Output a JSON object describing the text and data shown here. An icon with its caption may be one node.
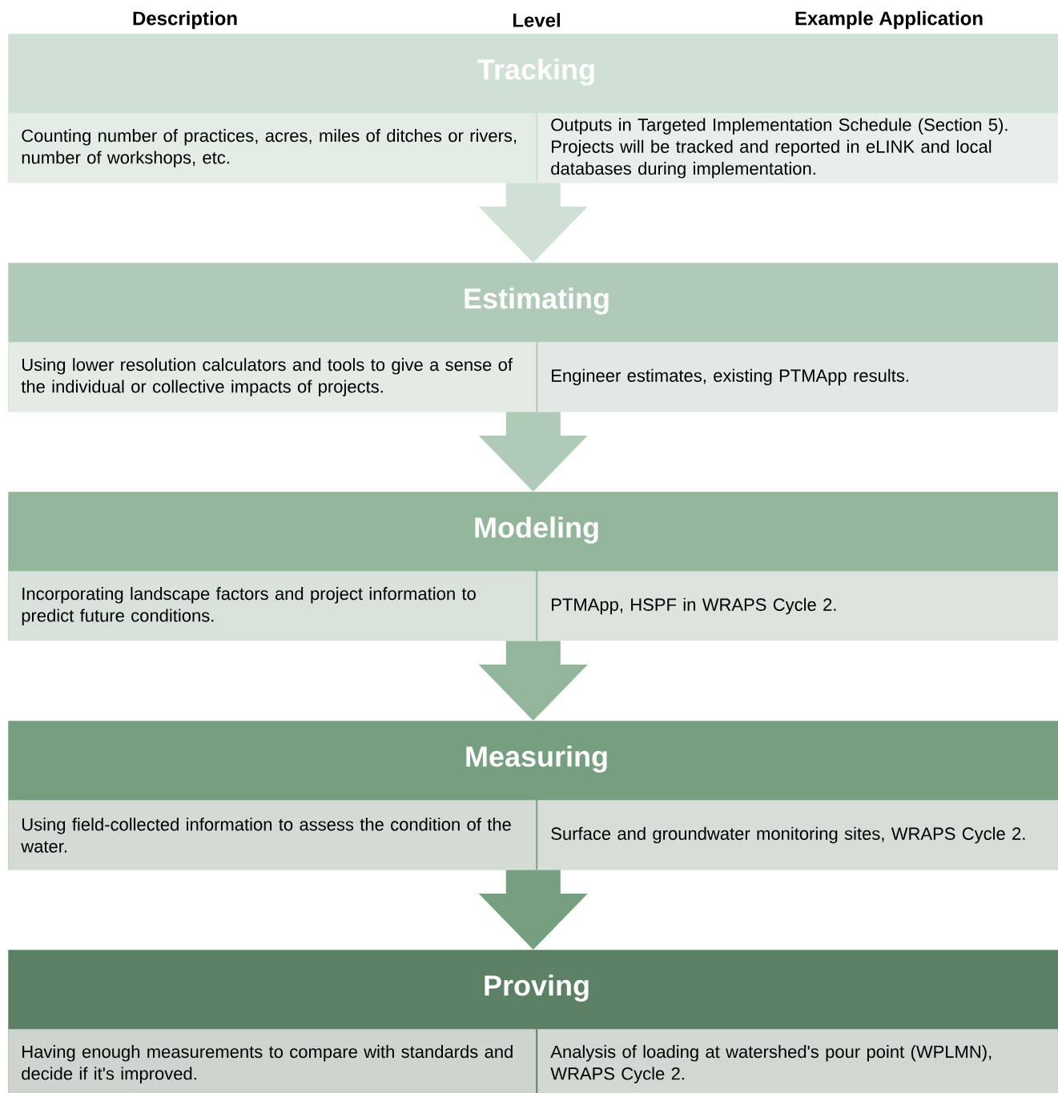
{
  "diagram": {
    "nodes": [
      {
        "text": [
          "Tracking"
        ]
      },
      {
        "text": [
          "Counting number of practices, acres, miles of ditches or rivers, number of workshops, etc."
        ],
        "in": 0
      },
      {
        "text": [
          "Outputs in Targeted Implementation Schedule (Section 5). Projects will be tracked and reported in eLINK and local databases during implementation."
        ],
        "in": 0
      },
      {
        "text": [
          "Estimating"
        ]
      },
      {
        "text": [
          "Using lower resolution calculators and tools to give a sense of the individual or collective impacts of projects."
        ],
        "in": 3
      },
      {
        "text": [
          "Engineer estimates, existing PTMApp results."
        ],
        "in": 3
      },
      {
        "text": [
          "Modeling"
        ]
      },
      {
        "text": [
          "Incorporating landscape factors and project information to predict future conditions."
        ],
        "in": 6
      },
      {
        "text": [
          "PTMApp, HSPF in WRAPS Cycle 2."
        ],
        "in": 6
      },
      {
        "text": [
          "Measuring"
        ]
      },
      {
        "text": [
          "Using field-collected information to assess the condition of the water."
        ],
        "in": 9
      },
      {
        "text": [
          "Surface and groundwater monitoring sites, WRAPS Cycle 2."
        ],
        "in": 9
      },
      {
        "text": [
          "Proving"
        ]
      },
      {
        "text": [
          "Having enough measurements to compare with standards and decide if it's improved."
        ],
        "in": 12
      },
      {
        "text": [
          "Analysis of loading at watershed's pour point (WPLMN), WRAPS Cycle 2."
        ],
        "in": 12
      }
    ],
    "edges": [
      {
        "from": 0,
        "to": 3,
        "arrow": "to"
      },
      {
        "from": 3,
        "to": 6,
        "arrow": "to"
      },
      {
        "from": 6,
        "to": 9,
        "arrow": "to"
      },
      {
        "from": 9,
        "to": 12,
        "arrow": "to"
      }
    ],
    "labels": [
      "Description",
      "Level",
      "Example Application"
    ]
  }
}
